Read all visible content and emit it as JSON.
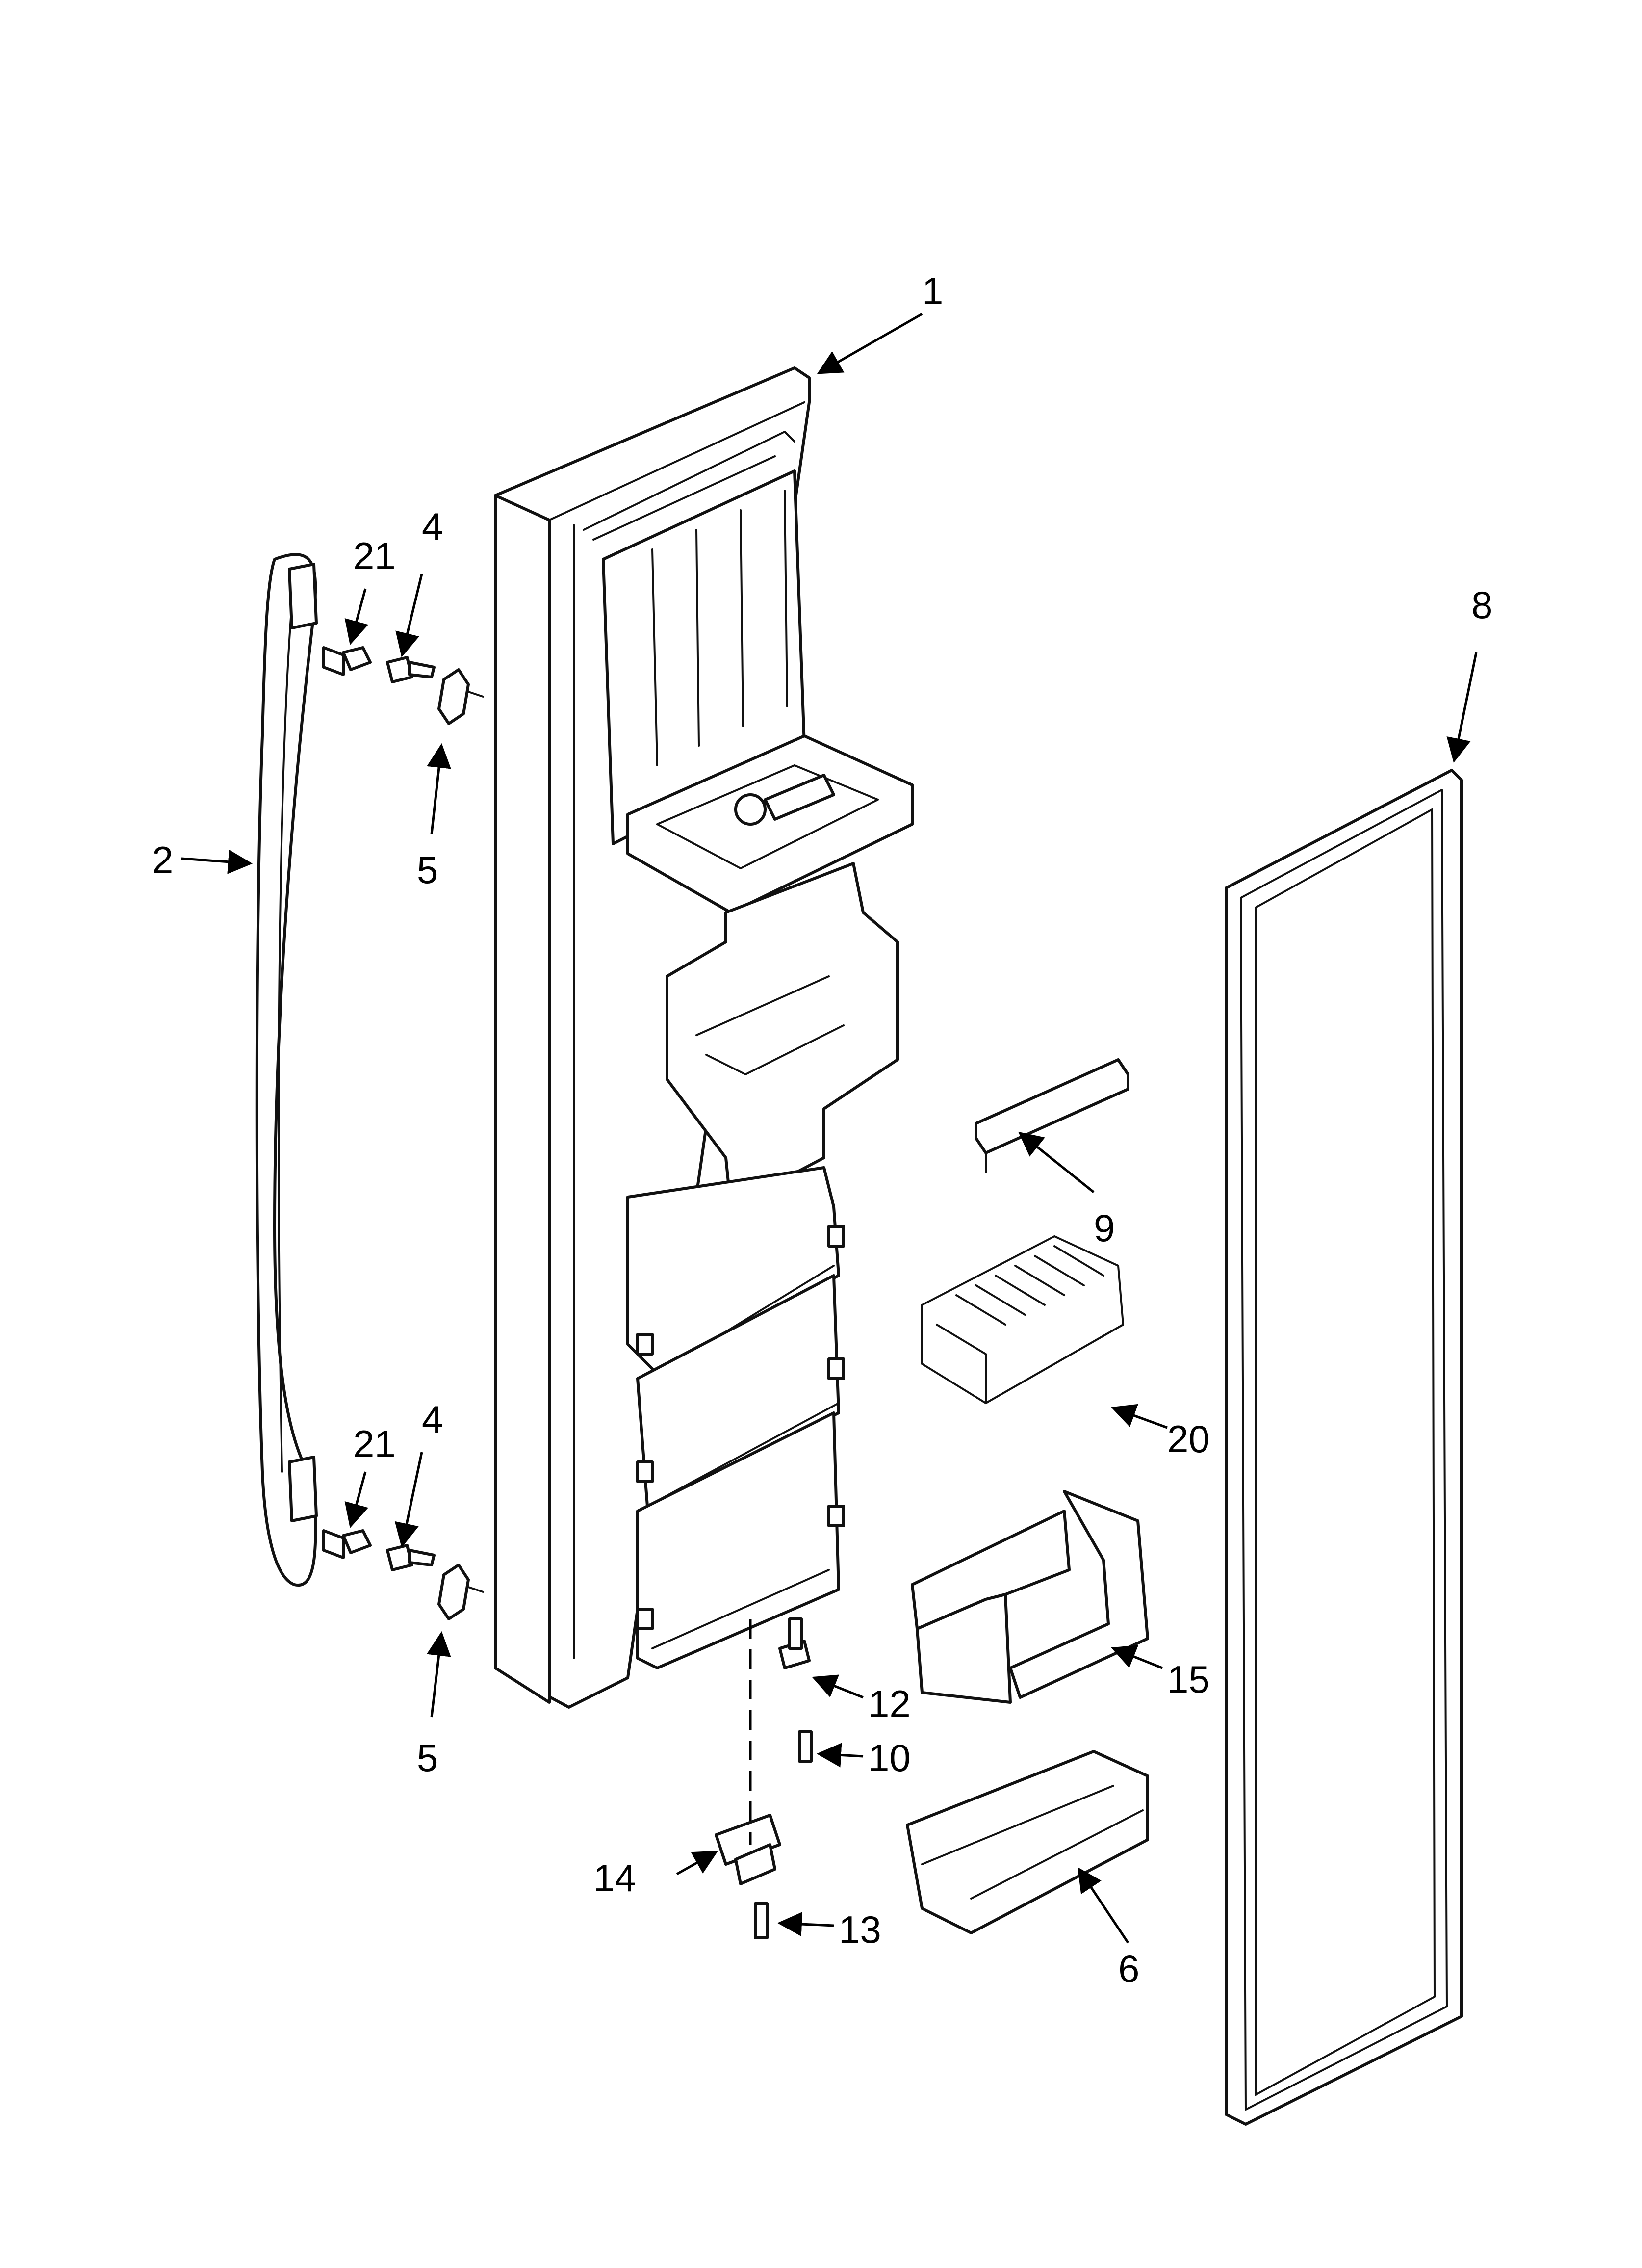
{
  "callouts": {
    "c1": "1",
    "c2": "2",
    "c4a": "4",
    "c4b": "4",
    "c5a": "5",
    "c5b": "5",
    "c6": "6",
    "c8": "8",
    "c9": "9",
    "c10": "10",
    "c12": "12",
    "c13": "13",
    "c14": "14",
    "c15": "15",
    "c20": "20",
    "c21a": "21",
    "c21b": "21"
  }
}
